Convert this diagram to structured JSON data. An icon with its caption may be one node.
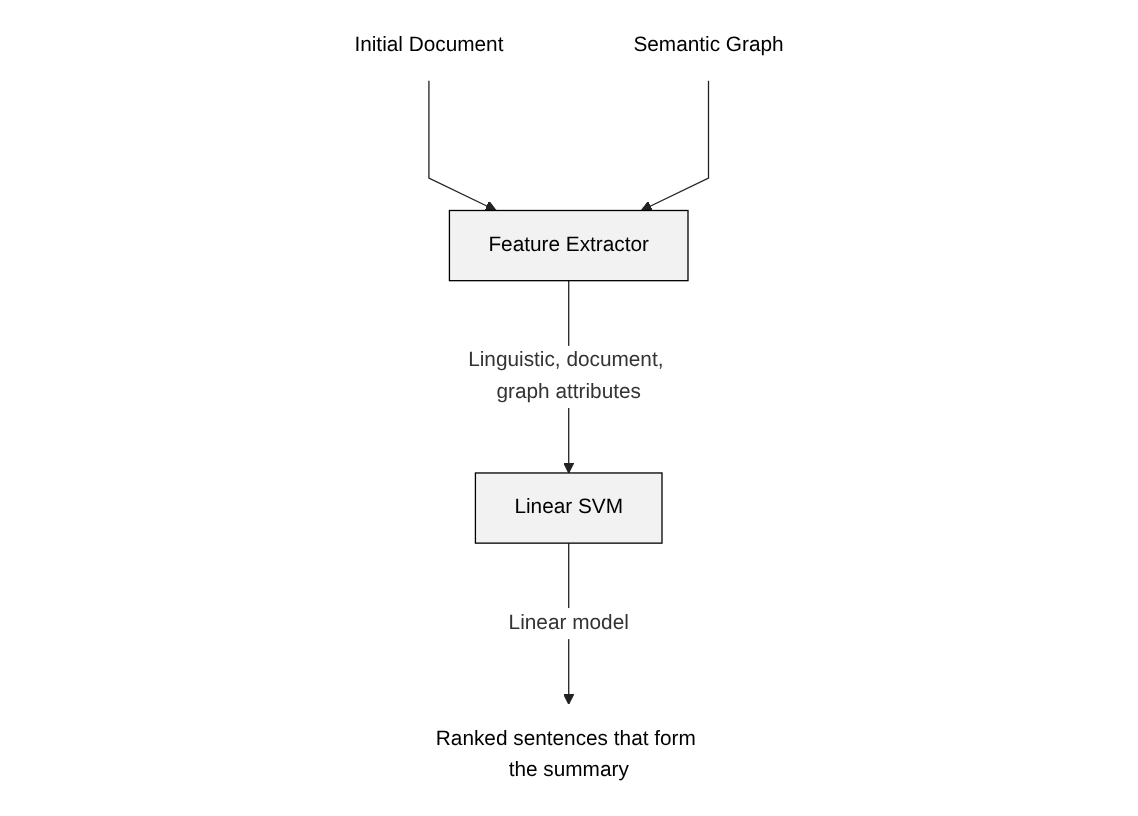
{
  "diagram": {
    "nodes": [
      {
        "text": [
          "Initial Document"
        ]
      },
      {
        "text": [
          "Semantic Graph"
        ]
      },
      {
        "text": [
          "Feature Extractor"
        ]
      },
      {
        "text": [
          "Linear SVM"
        ]
      },
      {
        "text": [
          "Ranked sentences that form the summary"
        ]
      }
    ],
    "edges": [
      {
        "from": 0,
        "to": 2,
        "arrow": "to"
      },
      {
        "from": 1,
        "to": 2,
        "arrow": "to"
      },
      {
        "from": 2,
        "to": 3,
        "arrow": "to",
        "label": "Linguistic, document, graph attributes"
      },
      {
        "from": 3,
        "to": 4,
        "arrow": "to",
        "label": "Linear model"
      }
    ]
  }
}
